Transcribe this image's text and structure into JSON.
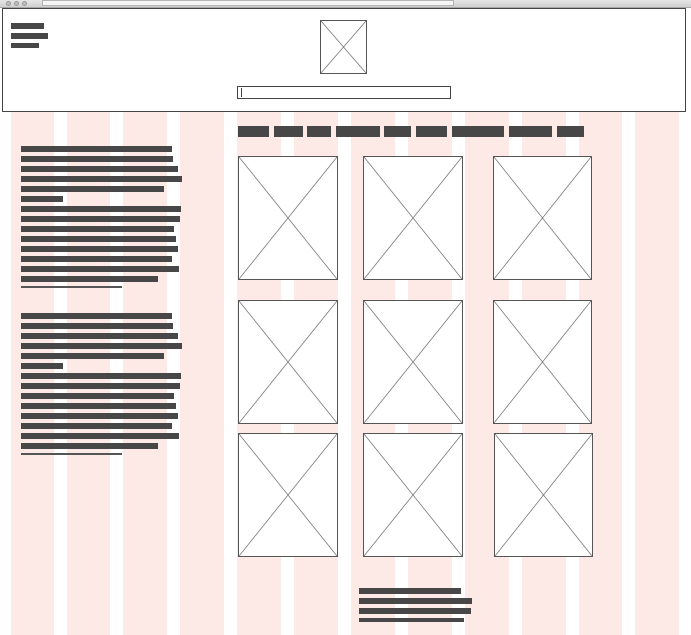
{
  "window": {
    "controls": [
      "close-button",
      "minimize-button",
      "zoom-button"
    ]
  },
  "grid": {
    "column_color": "#fdeae6"
  },
  "header": {
    "logo_icon": "image-placeholder-icon",
    "search": {
      "value": "",
      "placeholder": ""
    }
  },
  "nav": {
    "items": [
      "",
      "",
      "",
      "",
      "",
      "",
      "",
      "",
      ""
    ]
  },
  "sidebar": {
    "blocks": [
      {
        "lines": 14
      },
      {
        "lines": 14
      }
    ]
  },
  "gallery": {
    "items": [
      {
        "icon": "image-placeholder-icon"
      },
      {
        "icon": "image-placeholder-icon"
      },
      {
        "icon": "image-placeholder-icon"
      },
      {
        "icon": "image-placeholder-icon"
      },
      {
        "icon": "image-placeholder-icon"
      },
      {
        "icon": "image-placeholder-icon"
      },
      {
        "icon": "image-placeholder-icon"
      },
      {
        "icon": "image-placeholder-icon"
      },
      {
        "icon": "image-placeholder-icon"
      }
    ]
  },
  "footer": {
    "lines": 4
  },
  "colors": {
    "text_block": "#474747",
    "border": "#444444",
    "grid": "#fdeae6"
  }
}
